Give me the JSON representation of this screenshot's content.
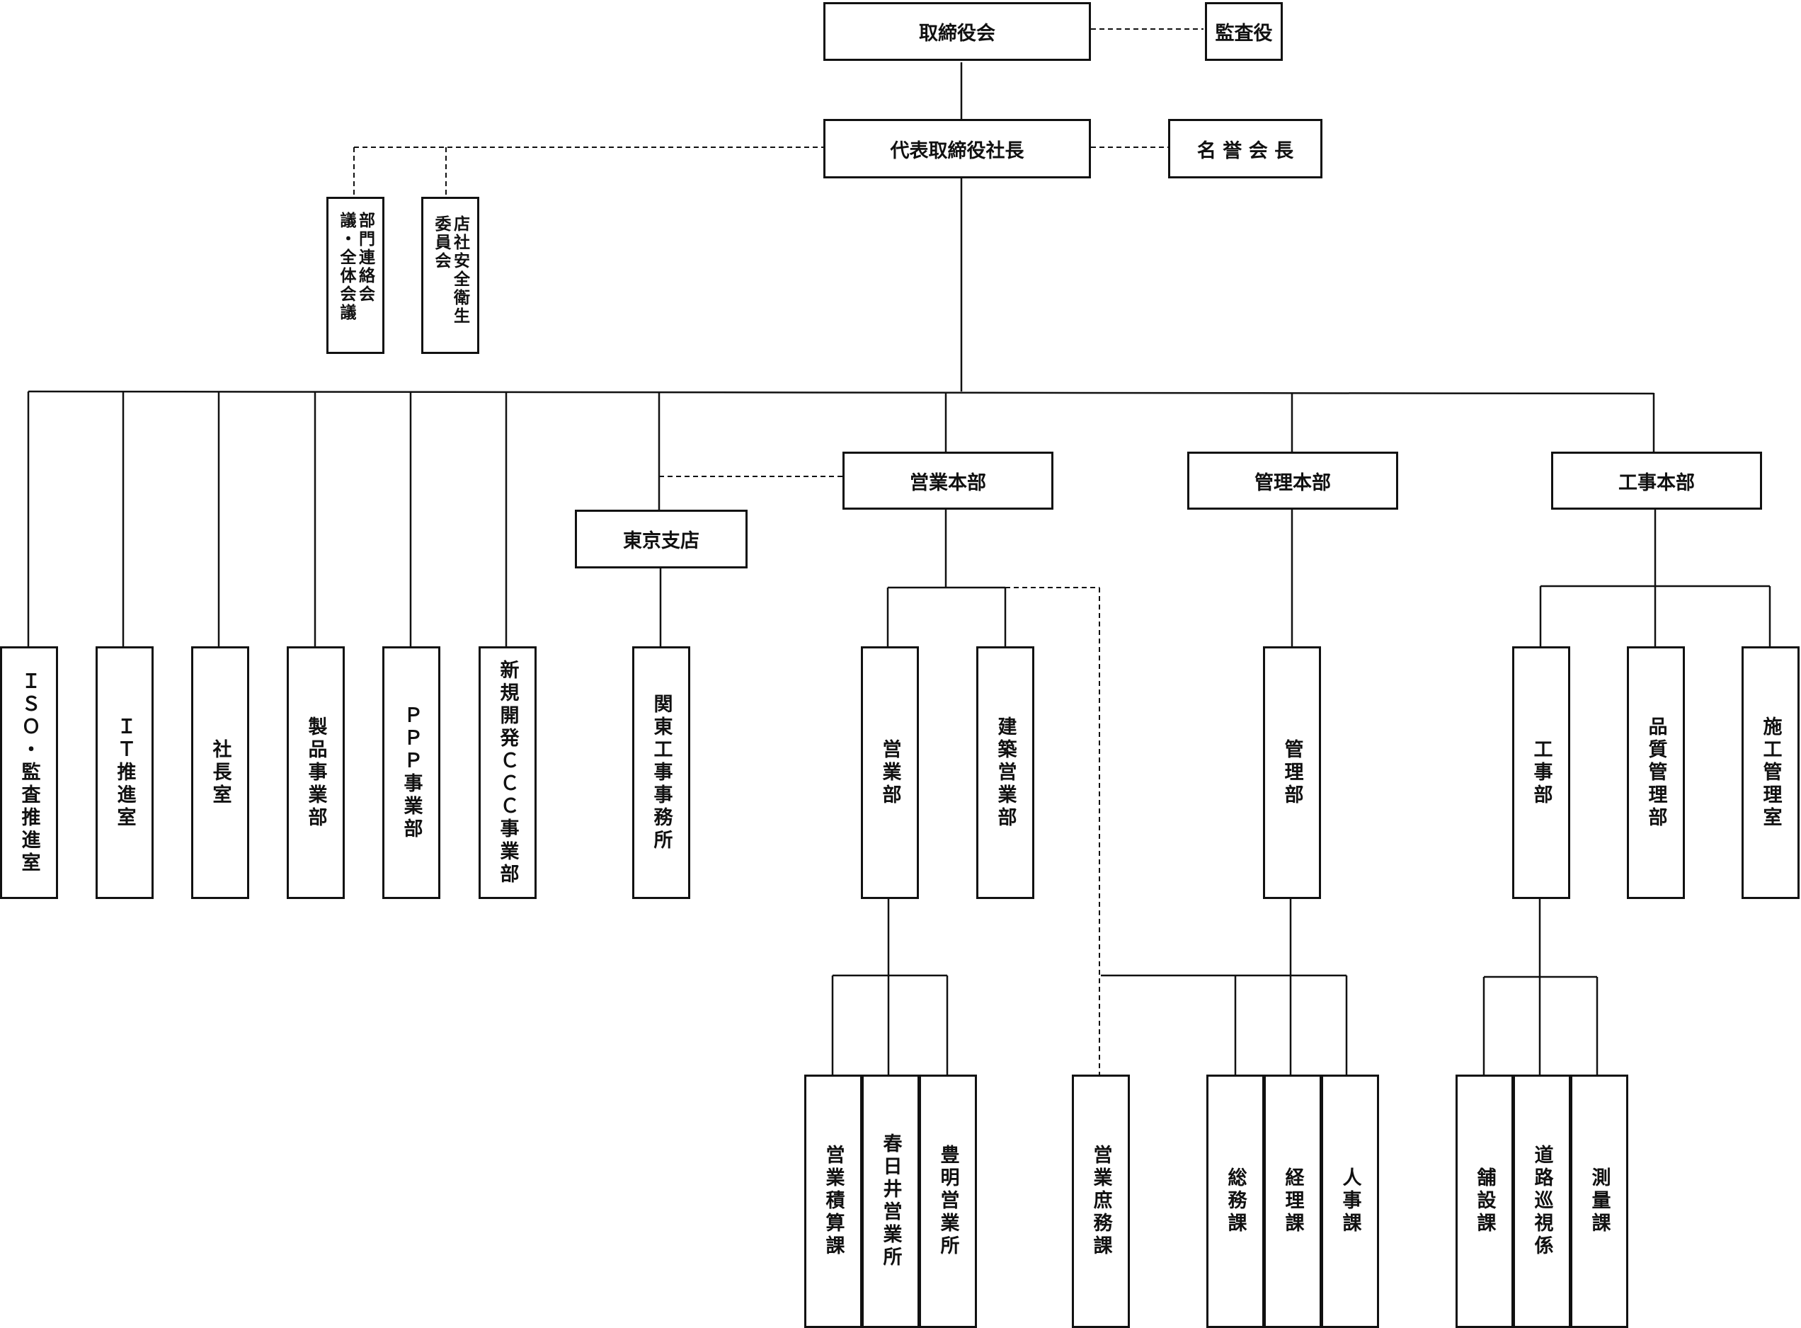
{
  "top": {
    "board": "取締役会",
    "auditor": "監査役",
    "president": "代表取締役社長",
    "honorary_chairman": "名 誉 会 長",
    "dept_liaison_meeting": "部門連絡会議・全体会議",
    "safety_committee": "店社安全衛生委員会"
  },
  "direct_units": [
    "ＩＳＯ・監査推進室",
    "ＩＴ推進室",
    "社長室",
    "製品事業部",
    "ＰＰＰ事業部",
    "新規開発ＣＣＣ事業部"
  ],
  "tokyo": {
    "branch": "東京支店",
    "office": "関東工事事務所"
  },
  "sales": {
    "hq": "営業本部",
    "sales_dept": "営業部",
    "construction_sales_dept": "建築営業部",
    "estimating_section": "営業積算課",
    "kasugai_office": "春日井営業所",
    "toyoake_office": "豊明営業所",
    "general_affairs_section": "営業庶務課"
  },
  "admin": {
    "hq": "管理本部",
    "admin_dept": "管理部",
    "general_affairs": "総務課",
    "accounting": "経理課",
    "personnel": "人事課"
  },
  "construction": {
    "hq": "工事本部",
    "works_dept": "工事部",
    "quality_dept": "品質管理部",
    "construction_mgmt_office": "施工管理室",
    "paving_section": "舗設課",
    "road_patrol_section": "道路巡視係",
    "survey_section": "測量課"
  }
}
